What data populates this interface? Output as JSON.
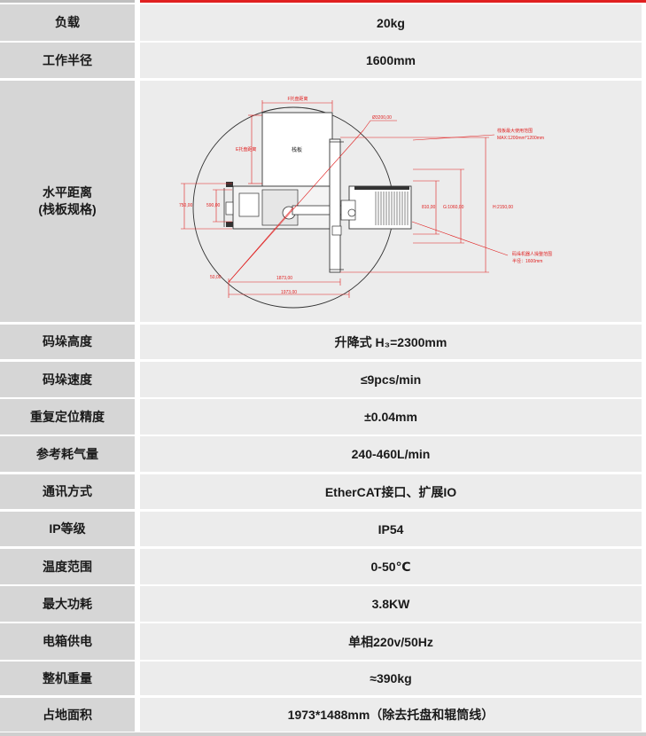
{
  "specs": [
    {
      "label": "负载",
      "value": "20kg"
    },
    {
      "label": "工作半径",
      "value": "1600mm"
    },
    {
      "label": "水平距离\n(栈板规格)",
      "value": ""
    },
    {
      "label": "码垛高度",
      "value": "升降式 H₃=2300mm"
    },
    {
      "label": "码垛速度",
      "value": "≤9pcs/min"
    },
    {
      "label": "重复定位精度",
      "value": "±0.04mm"
    },
    {
      "label": "参考耗气量",
      "value": "240-460L/min"
    },
    {
      "label": "通讯方式",
      "value": "EtherCAT接口、扩展IO"
    },
    {
      "label": "IP等级",
      "value": "IP54"
    },
    {
      "label": "温度范围",
      "value": "0-50℃"
    },
    {
      "label": "最大功耗",
      "value": "3.8KW"
    },
    {
      "label": "电箱供电",
      "value": "单相220v/50Hz"
    },
    {
      "label": "整机重量",
      "value": "≈390kg"
    },
    {
      "label": "占地面积",
      "value": "1973*1488mm（除去托盘和辊筒线）"
    }
  ],
  "diagram": {
    "pallet_label": "栈板",
    "f_label": "F托盘距离",
    "e_label": "E托盘距离",
    "circle_dia": "Ø3200,00",
    "pallet_range_line1": "栈板最大使用范围",
    "pallet_range_line2": "MAX:1200mm*1200mm",
    "dim_750": "750,00",
    "dim_590": "590,00",
    "dim_810": "810,00",
    "dim_g": "G:1060,00",
    "dim_h": "H:2150,00",
    "dim_50": "50,00",
    "dim_1873": "1873,00",
    "dim_1973": "1973,00",
    "radius_line1": "码垛机器人操整范围",
    "radius_line2": "半径：1600mm"
  }
}
